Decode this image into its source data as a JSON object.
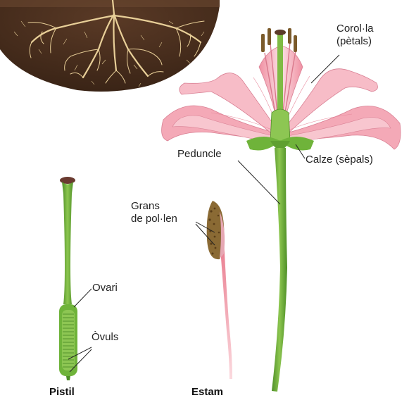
{
  "labels": {
    "corolla_line1": "Corol·la",
    "corolla_line2": "(pètals)",
    "calyx": "Calze (sèpals)",
    "peduncle": "Peduncle",
    "pollen_line1": "Grans",
    "pollen_line2": "de pol·len",
    "ovary": "Ovari",
    "ovules": "Òvuls"
  },
  "captions": {
    "pistil": "Pistil",
    "stamen": "Estam"
  },
  "colors": {
    "soil": "#4a3020",
    "roots": "#e6c98e",
    "petal": "#f3b5c0",
    "petal_light": "#fbe3e6",
    "stem": "#6fb33a",
    "stem_dark": "#4e8e27",
    "anther": "#7a5a2a"
  }
}
